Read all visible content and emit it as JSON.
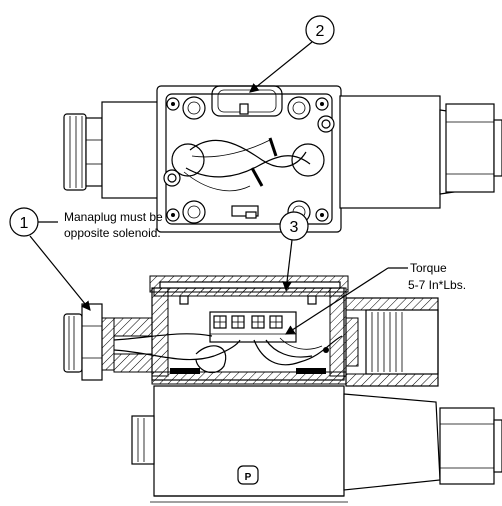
{
  "callouts": [
    {
      "number": "1"
    },
    {
      "number": "2"
    },
    {
      "number": "3"
    }
  ],
  "notes": {
    "manaplug_line1": "Manaplug must be",
    "manaplug_line2": "opposite solenoid.",
    "torque_line1": "Torque",
    "torque_line2": "5-7 In*Lbs."
  },
  "badge": {
    "letter": "P"
  }
}
